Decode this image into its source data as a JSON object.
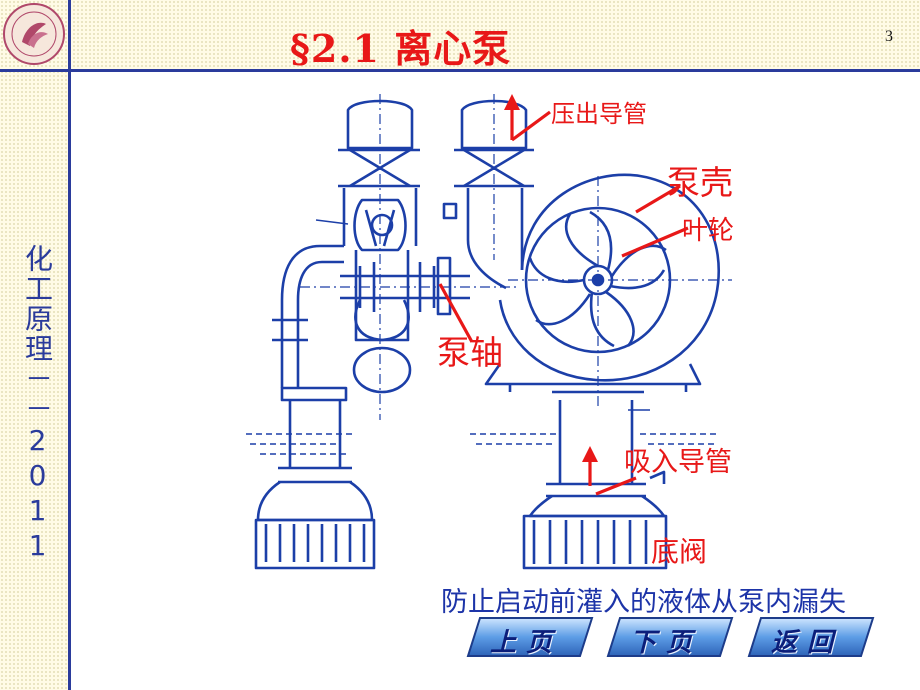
{
  "slide": {
    "page_number": "3",
    "title": "§2.1  离心泵",
    "side_label": "化工原理－－2011"
  },
  "diagram": {
    "labels": {
      "discharge_pipe": "压出导管",
      "pump_casing": "泵壳",
      "impeller": "叶轮",
      "pump_shaft": "泵轴",
      "suction_pipe": "吸入导管",
      "foot_valve": "底阀"
    },
    "caption": "防止启动前灌入的液体从泵内漏失",
    "colors": {
      "label": "#e81818",
      "drawing": "#1c3fa8",
      "caption": "#1d34a8",
      "frame": "#2a3b9c"
    }
  },
  "nav": {
    "prev": "上页",
    "next": "下页",
    "back": "返回"
  }
}
